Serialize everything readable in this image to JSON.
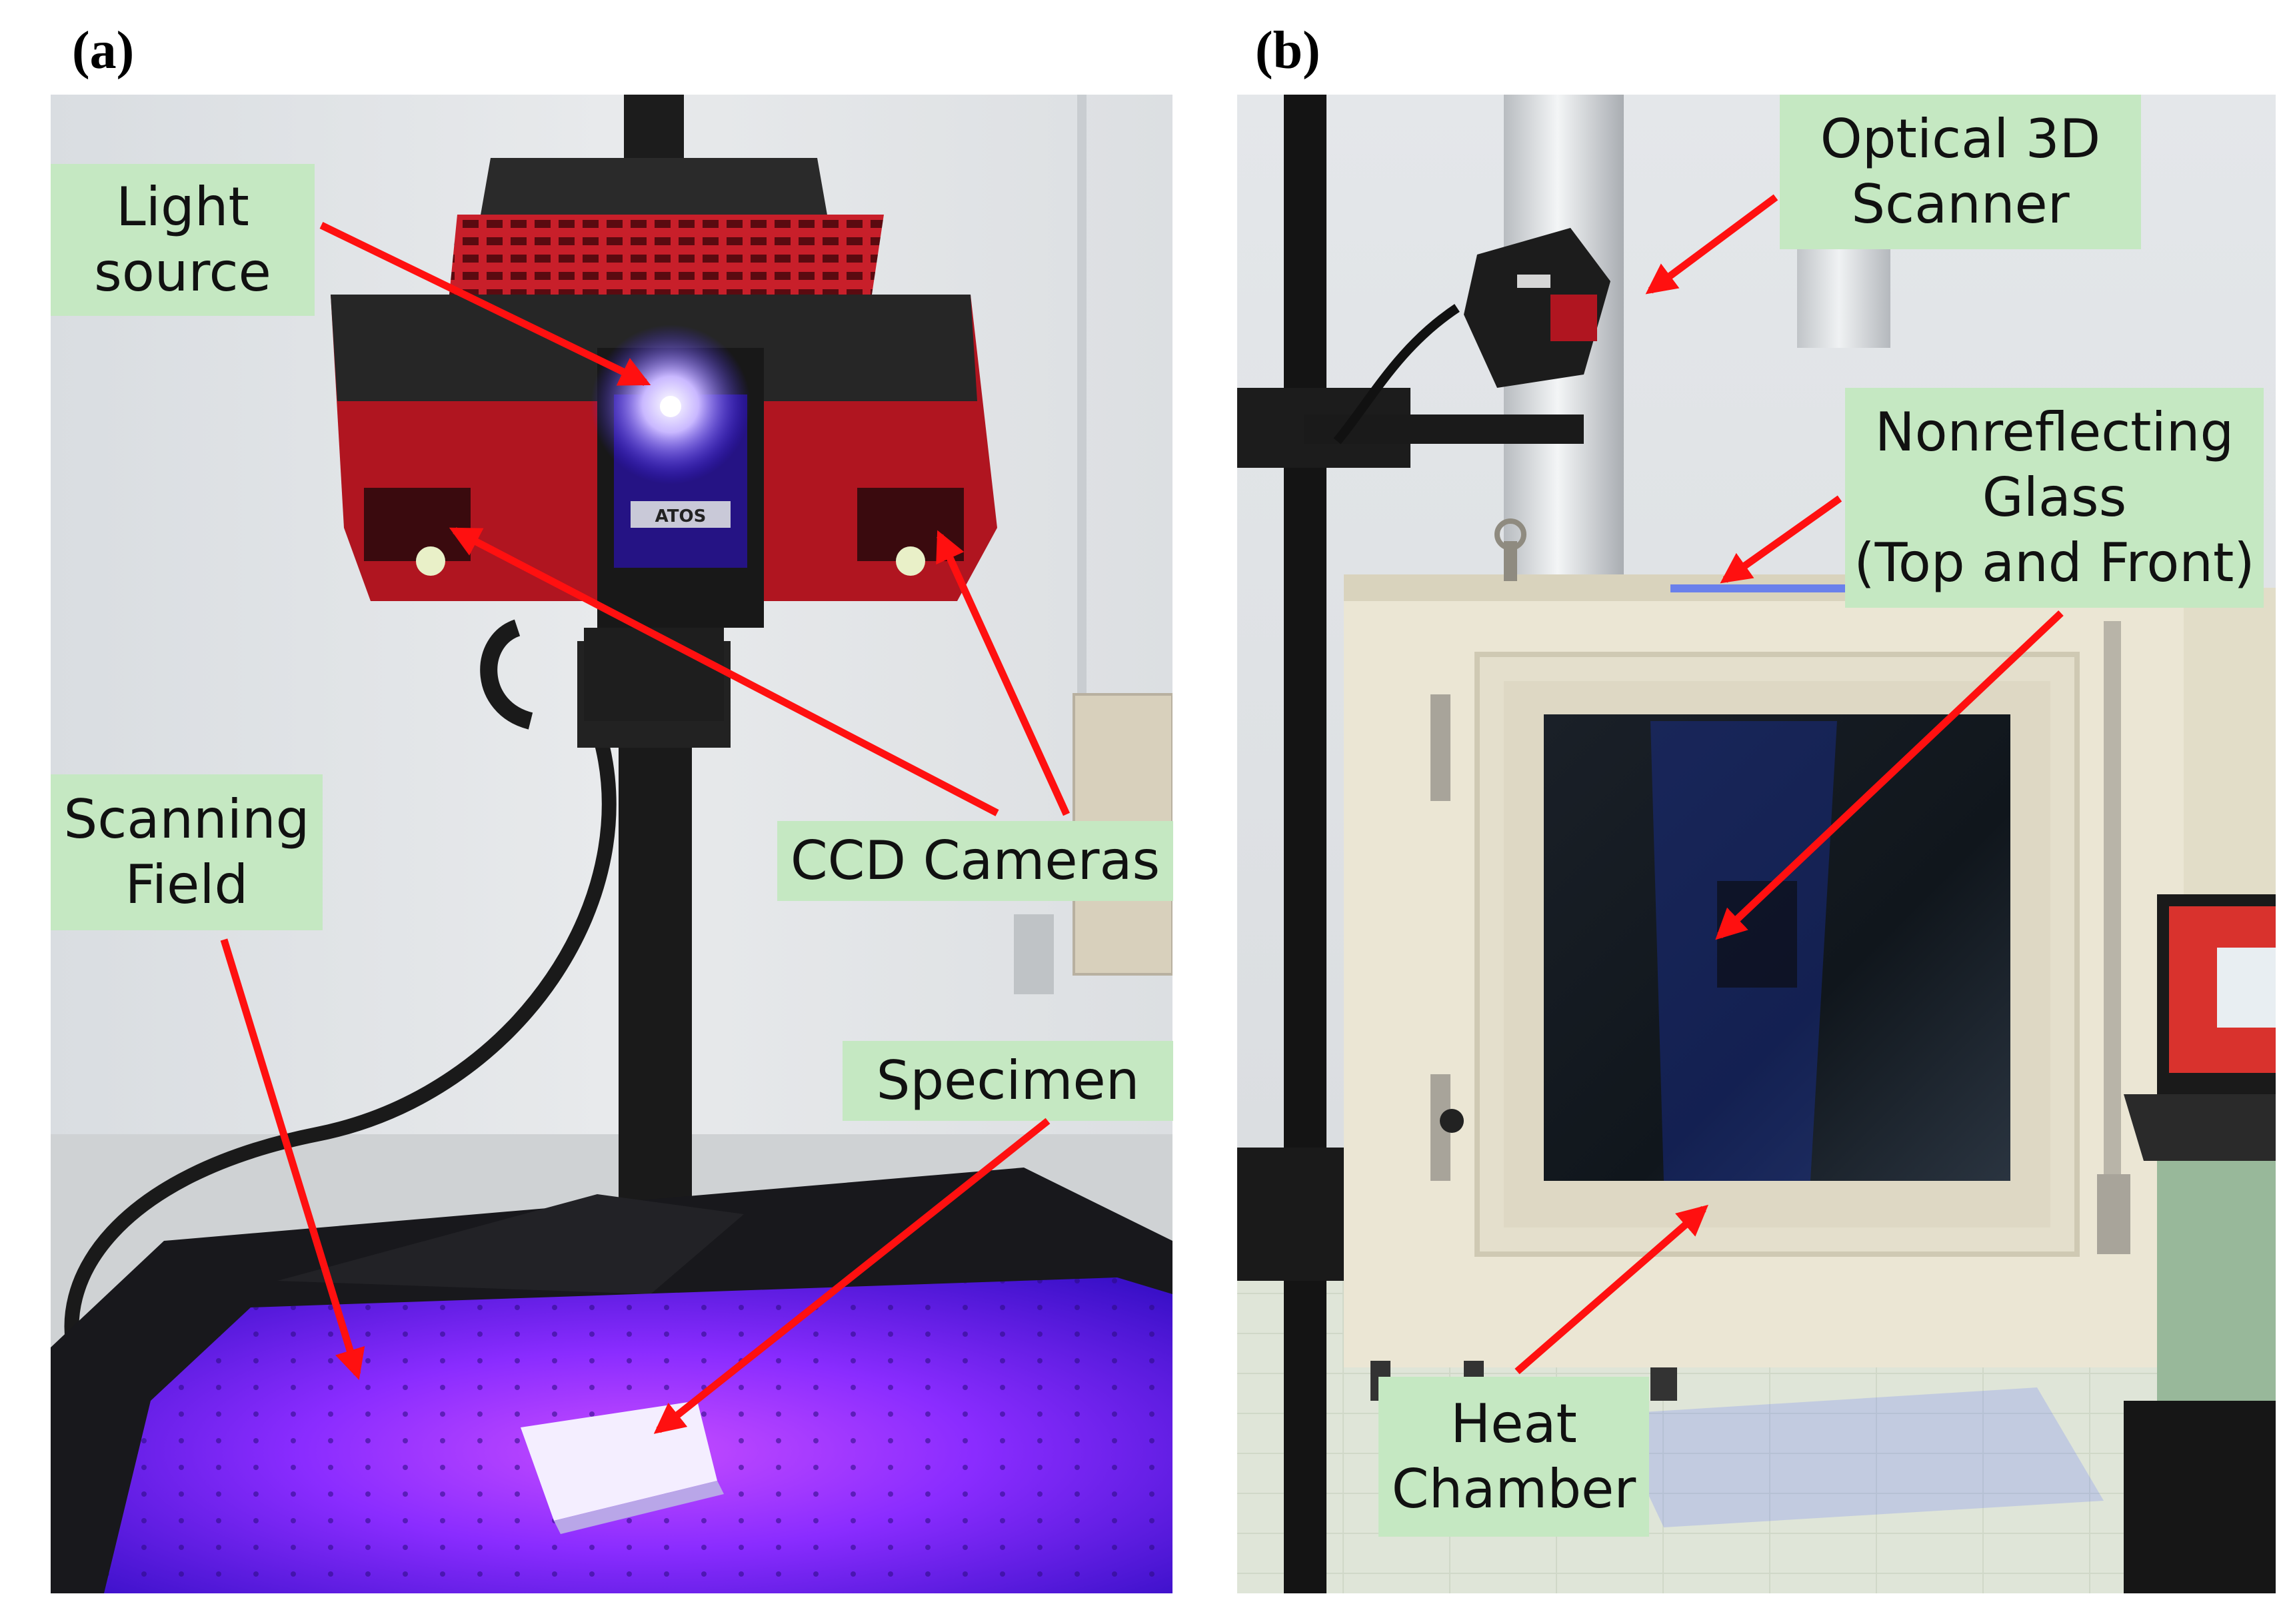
{
  "panels": {
    "a": {
      "label": "(a)"
    },
    "b": {
      "label": "(b)"
    }
  },
  "callouts": {
    "light_source": [
      "Light",
      "source"
    ],
    "ccd_cameras": [
      "CCD Cameras"
    ],
    "scanning_field": [
      "Scanning",
      "Field"
    ],
    "specimen": [
      "Specimen"
    ],
    "optical_scanner": [
      "Optical 3D",
      "Scanner"
    ],
    "glass": [
      "Nonreflecting",
      "Glass",
      "(Top and Front)"
    ],
    "heat_chamber": [
      "Heat",
      "Chamber"
    ]
  },
  "scanner_badge": "ATOS",
  "colors": {
    "callout_bg": "#c5e8c2",
    "arrow": "#ff1010",
    "scanner_red": "#b01520",
    "uv_glow": "#6a1cff",
    "chamber_beige": "#ebe6d4"
  }
}
